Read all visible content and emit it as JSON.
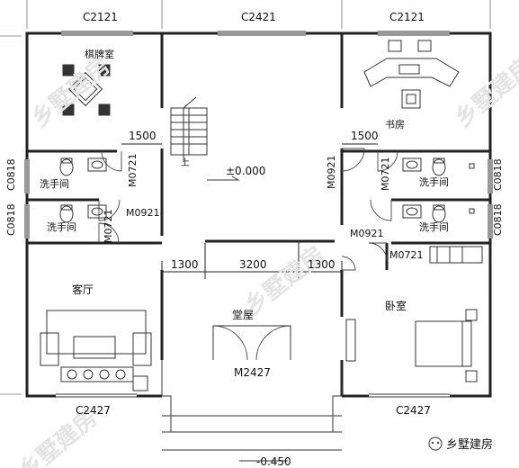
{
  "windows": {
    "top_left": "C2121",
    "top_center": "C2421",
    "top_right": "C2121",
    "left_upper": "C0818",
    "left_lower": "C0818",
    "right_upper": "C0818",
    "right_lower": "C0818",
    "bottom_left": "C2427",
    "bottom_right": "C2427"
  },
  "doors": {
    "bath_left_upper": "M0721",
    "bath_left_lower_a": "M0921",
    "bath_left_lower_b": "M0721",
    "study_side": "M0921",
    "bath_right_upper": "M0721",
    "bath_right_lower_a": "M0921",
    "bath_right_lower_b": "M0721",
    "main_entrance": "M2427"
  },
  "rooms": {
    "chess_room": "棋牌室",
    "study": "书房",
    "bath_1": "洗手间",
    "bath_2": "洗手间",
    "bath_3": "洗手间",
    "bath_4": "洗手间",
    "living_room": "客厅",
    "hall": "堂屋",
    "bedroom": "卧室"
  },
  "labels": {
    "stair_up": "上",
    "elevation_floor": "±0.000",
    "elevation_outside": "-0.450"
  },
  "dimensions": {
    "left_bath_offset": "1500",
    "right_bath_offset": "1500",
    "span_left": "1300",
    "span_center": "3200",
    "span_right": "1300"
  },
  "watermark": {
    "brand": "乡墅建房",
    "logo_text": "乡墅建房"
  },
  "colors": {
    "line": "#222222",
    "background": "#ffffff",
    "watermark": "#e4e4e4"
  }
}
